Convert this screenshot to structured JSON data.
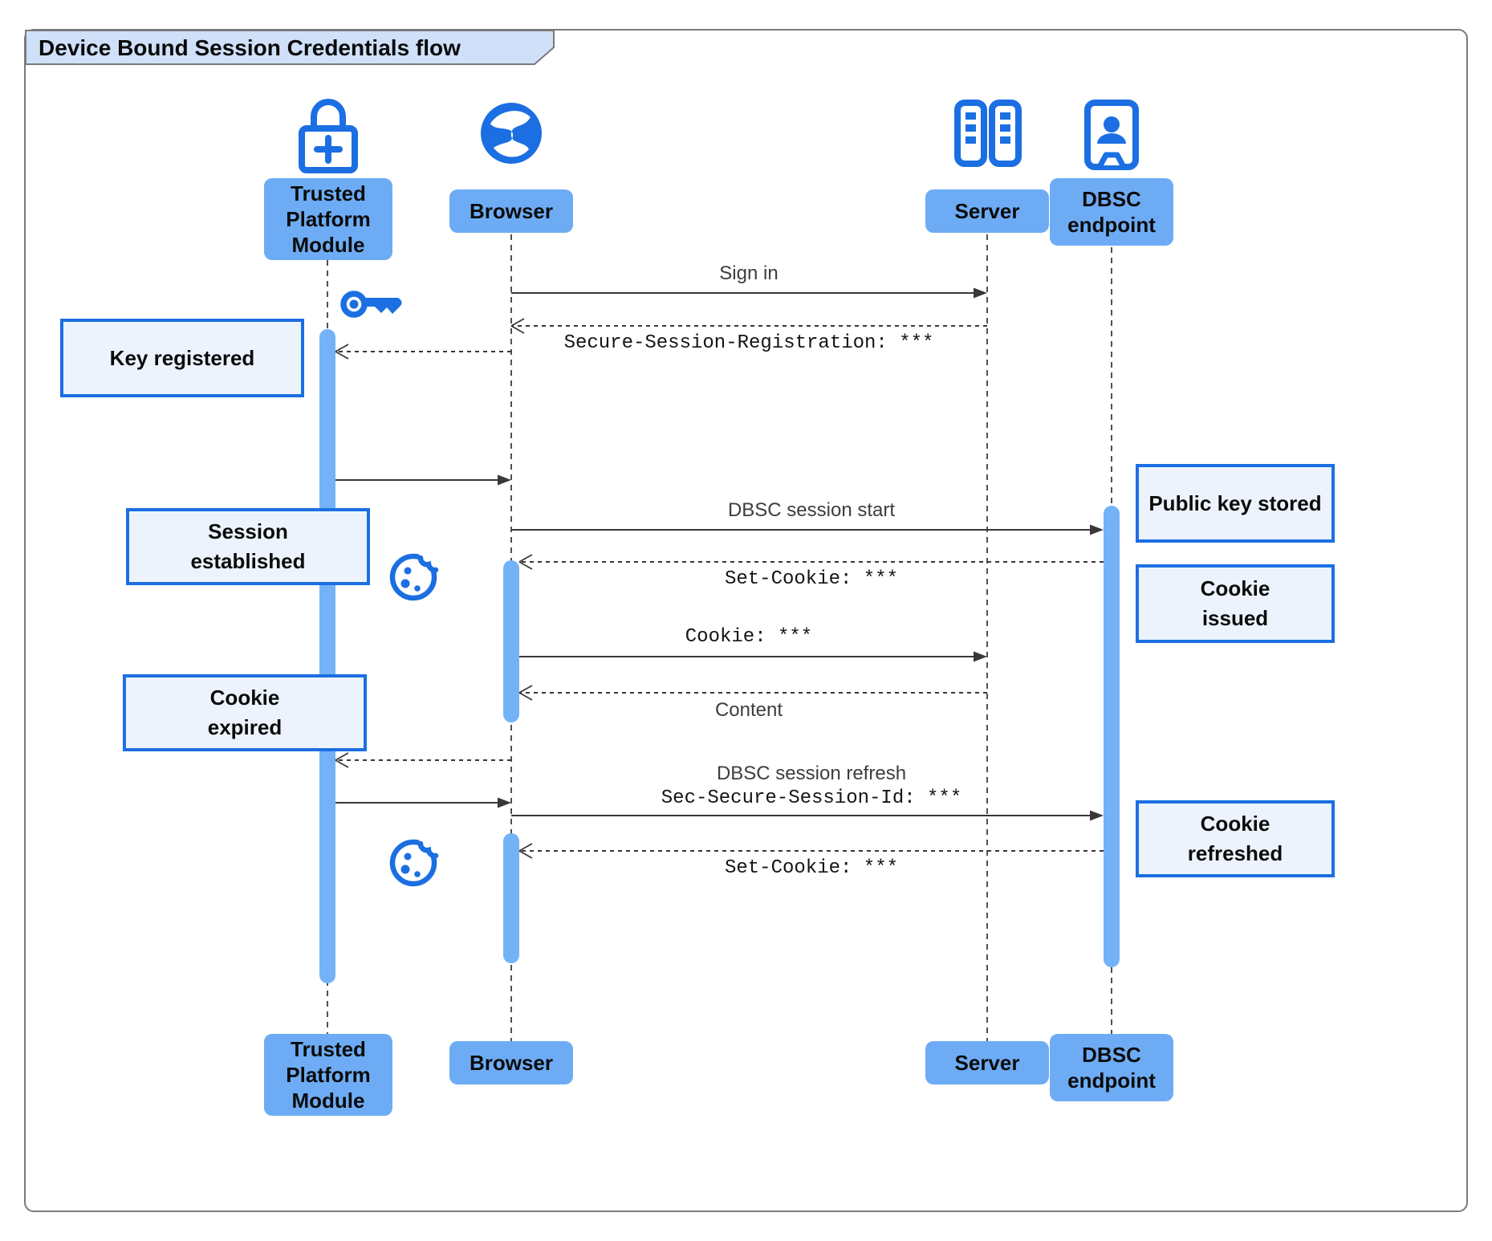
{
  "title": "Device Bound Session Credentials flow",
  "colors": {
    "icon_blue": "#1b6fe2",
    "participant_fill": "#6dacf5",
    "activation_bar_fill": "#74b2f8",
    "note_fill": "#edf3fc",
    "note_border": "#1b6fe2",
    "title_tab_fill": "#cfe0f8",
    "frame_border": "#7a7a7a",
    "arrow_line": "#383838",
    "lifeline": "#333333"
  },
  "participants": [
    {
      "id": "tpm",
      "label": "Trusted\nPlatform\nModule",
      "icon": "lock-plus-icon"
    },
    {
      "id": "browser",
      "label": "Browser",
      "icon": "globe-icon"
    },
    {
      "id": "server",
      "label": "Server",
      "icon": "server-rack-icon"
    },
    {
      "id": "dbsc",
      "label": "DBSC\nendpoint",
      "icon": "badge-person-icon"
    }
  ],
  "messages": [
    {
      "from": "browser",
      "to": "server",
      "style": "solid",
      "label": "Sign in",
      "font": "sans",
      "pos": "above"
    },
    {
      "from": "server",
      "to": "browser",
      "style": "dashed",
      "label": "Secure-Session-Registration: ***",
      "font": "mono",
      "pos": "below"
    },
    {
      "from": "browser",
      "to": "tpm",
      "style": "dashed",
      "label": ""
    },
    {
      "from": "tpm",
      "to": "browser",
      "style": "solid",
      "label": ""
    },
    {
      "from": "browser",
      "to": "dbsc",
      "style": "solid",
      "label": "DBSC session start",
      "font": "sans",
      "pos": "above"
    },
    {
      "from": "dbsc",
      "to": "browser",
      "style": "dashed",
      "label": "Set-Cookie: ***",
      "font": "mono",
      "pos": "below"
    },
    {
      "from": "browser",
      "to": "server",
      "style": "solid",
      "label": "Cookie: ***",
      "font": "mono",
      "pos": "above"
    },
    {
      "from": "server",
      "to": "browser",
      "style": "dashed",
      "label": "Content",
      "font": "sans",
      "pos": "below"
    },
    {
      "from": "browser",
      "to": "tpm",
      "style": "dashed",
      "label": ""
    },
    {
      "from": "tpm",
      "to": "browser",
      "style": "solid",
      "label": ""
    },
    {
      "from": "browser",
      "to": "dbsc",
      "style": "solid",
      "label": "DBSC session refresh",
      "label2": "Sec-Secure-Session-Id: ***",
      "font": "sans+mono",
      "pos": "above"
    },
    {
      "from": "dbsc",
      "to": "browser",
      "style": "dashed",
      "label": "Set-Cookie: ***",
      "font": "mono",
      "pos": "below"
    }
  ],
  "notes": [
    {
      "id": "key_registered",
      "label": "Key registered"
    },
    {
      "id": "session_established",
      "label": "Session\nestablished"
    },
    {
      "id": "cookie_expired",
      "label": "Cookie\nexpired"
    },
    {
      "id": "public_key_stored",
      "label": "Public key stored"
    },
    {
      "id": "cookie_issued",
      "label": "Cookie\nissued"
    },
    {
      "id": "cookie_refreshed",
      "label": "Cookie\nrefreshed"
    }
  ],
  "decor_icons": [
    "key-icon",
    "cookie-icon",
    "cookie-icon"
  ]
}
